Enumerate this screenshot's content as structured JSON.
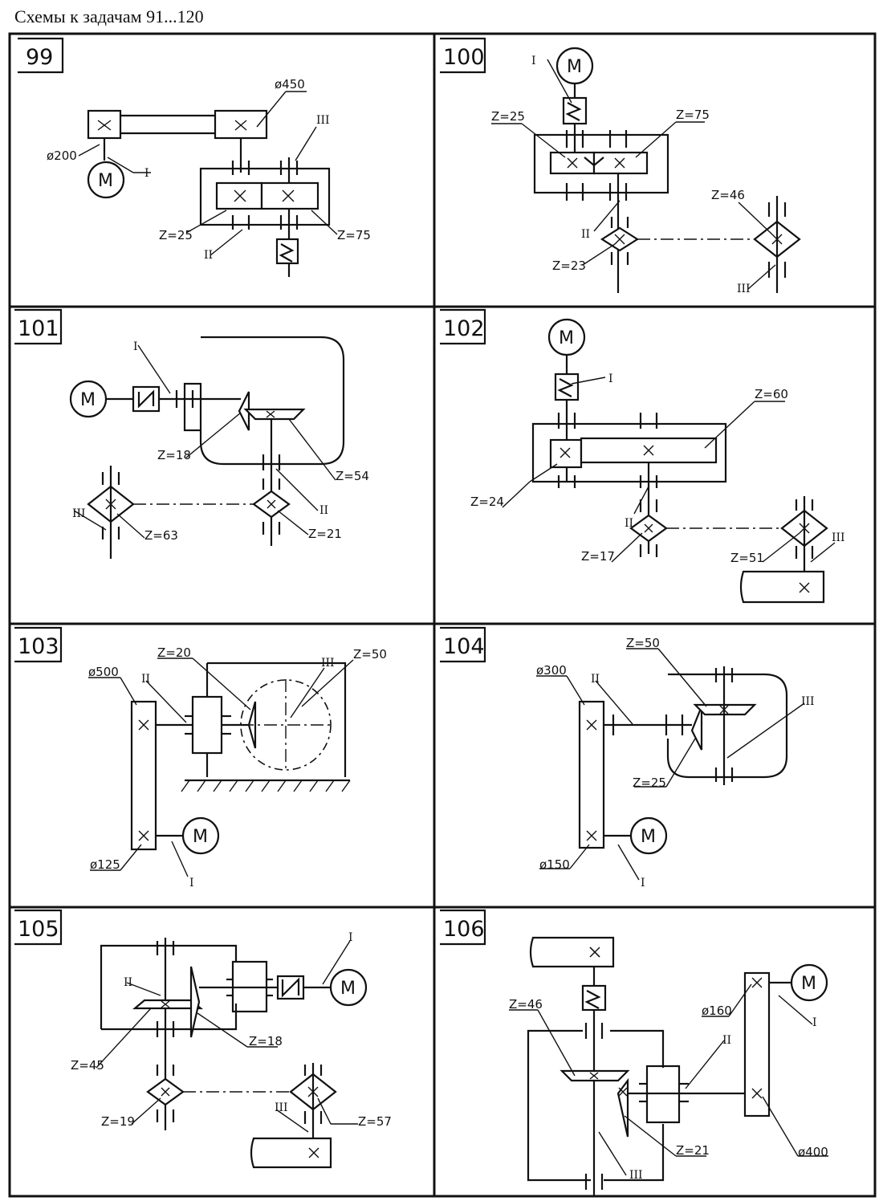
{
  "page_title": "Схемы к задачам 91...120",
  "motor_label": "М",
  "panels": [
    {
      "number": "99",
      "labels": {
        "d_large": "ø450",
        "d_small": "ø200",
        "z_small": "Z=25",
        "z_large": "Z=75",
        "shaft_1": "I",
        "shaft_2": "II",
        "shaft_3": "III"
      }
    },
    {
      "number": "100",
      "labels": {
        "z_a": "Z=25",
        "z_b": "Z=75",
        "z_c": "Z=46",
        "z_d": "Z=23",
        "shaft_1": "I",
        "shaft_2": "II",
        "shaft_3": "III"
      }
    },
    {
      "number": "101",
      "labels": {
        "z_a": "Z=18",
        "z_b": "Z=54",
        "z_c": "Z=63",
        "z_d": "Z=21",
        "shaft_1": "I",
        "shaft_2": "II",
        "shaft_3": "III"
      }
    },
    {
      "number": "102",
      "labels": {
        "z_a": "Z=60",
        "z_b": "Z=24",
        "z_c": "Z=17",
        "z_d": "Z=51",
        "shaft_1": "I",
        "shaft_2": "II",
        "shaft_3": "III"
      }
    },
    {
      "number": "103",
      "labels": {
        "z_a": "Z=20",
        "z_b": "Z=50",
        "d_large": "ø500",
        "d_small": "ø125",
        "shaft_1": "I",
        "shaft_2": "II",
        "shaft_3": "III"
      }
    },
    {
      "number": "104",
      "labels": {
        "z_a": "Z=50",
        "z_b": "Z=25",
        "d_large": "ø300",
        "d_small": "ø150",
        "shaft_1": "I",
        "shaft_2": "II",
        "shaft_3": "III"
      }
    },
    {
      "number": "105",
      "labels": {
        "z_a": "Z=45",
        "z_b": "Z=18",
        "z_c": "Z=19",
        "z_d": "Z=57",
        "shaft_1": "I",
        "shaft_2": "II",
        "shaft_3": "III"
      }
    },
    {
      "number": "106",
      "labels": {
        "z_a": "Z=46",
        "z_b": "Z=21",
        "d_small": "ø160",
        "d_large": "ø400",
        "shaft_1": "I",
        "shaft_2": "II",
        "shaft_3": "III"
      }
    }
  ]
}
